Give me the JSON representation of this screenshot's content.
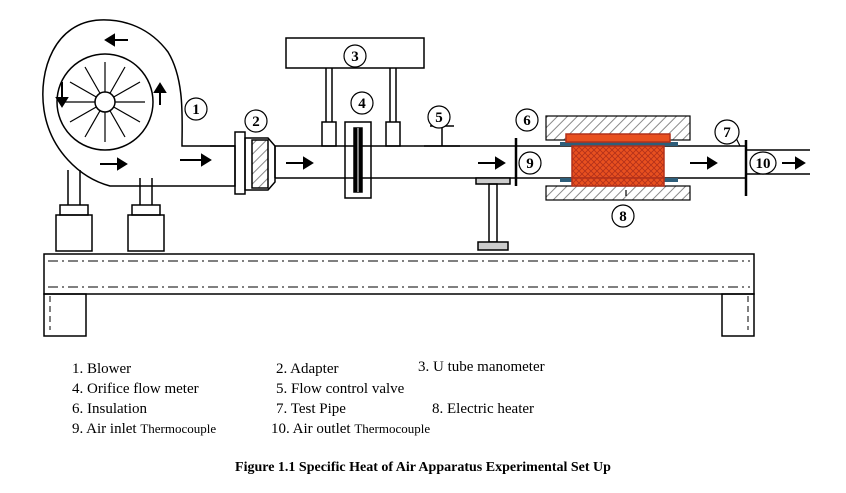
{
  "callouts": [
    "1",
    "2",
    "3",
    "4",
    "5",
    "6",
    "7",
    "8",
    "9",
    "10"
  ],
  "legend": {
    "blower": "1. Blower",
    "adapter": "2. Adapter",
    "manometer": "3. U tube manometer",
    "orifice": "4. Orifice flow meter",
    "valve": "5. Flow control valve",
    "insulation": "6. Insulation",
    "test_pipe": "7. Test Pipe",
    "heater": "8. Electric heater",
    "inlet_tc_prefix": "9. Air inlet ",
    "inlet_tc_suffix": "Thermocouple",
    "outlet_tc_prefix": "10. Air outlet ",
    "outlet_tc_suffix": "Thermocouple"
  },
  "caption": "Figure 1.1 Specific Heat of Air Apparatus Experimental Set Up",
  "colors": {
    "heater": "#e8501f",
    "heater_edge": "#b2301a",
    "insulation_stripe": "#8a8a8a",
    "pipe_inner": "#2e5e7a"
  }
}
